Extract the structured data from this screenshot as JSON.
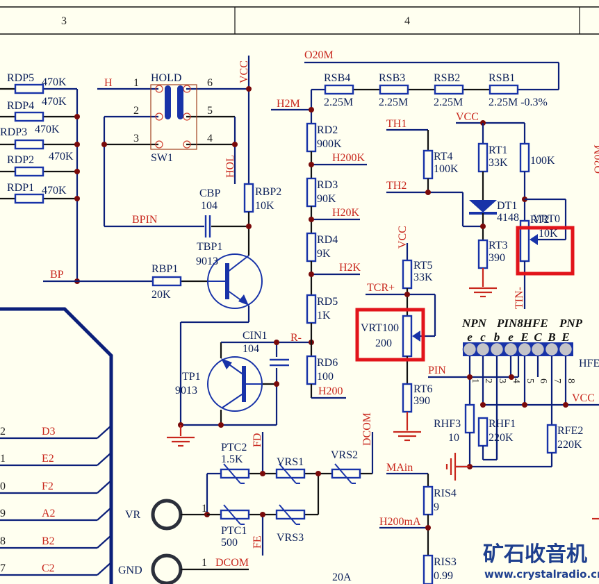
{
  "frame": {
    "zones": [
      "3",
      "4"
    ]
  },
  "nets": {
    "H": "H",
    "VCC": "VCC",
    "HOL": "HOL",
    "BPIN": "BPIN",
    "BP": "BP",
    "H2M": "H2M",
    "O20M": "O20M",
    "H200K": "H200K",
    "H20K": "H20K",
    "H2K": "H2K",
    "R_minus": "R-",
    "H200": "H200",
    "TH1": "TH1",
    "TH2": "TH2",
    "TCR_plus": "TCR+",
    "TIN_minus": "TIN-",
    "PIN": "PIN",
    "FD": "FD",
    "FE": "FE",
    "DCOM": "DCOM",
    "MAin": "MAin",
    "H200mA": "H200mA",
    "O20M_right": "O20M",
    "D3": "D3",
    "E2": "E2",
    "F2": "F2",
    "A2": "A2",
    "B2": "B2",
    "C2": "C2"
  },
  "connector_pins": [
    "2",
    "1",
    "0",
    "9",
    "8",
    "7"
  ],
  "components": {
    "RDP5": {
      "ref": "RDP5",
      "value": "470K"
    },
    "RDP4": {
      "ref": "RDP4",
      "value": "470K"
    },
    "RDP3": {
      "ref": "RDP3",
      "value": "470K"
    },
    "RDP2": {
      "ref": "RDP2",
      "value": "470K"
    },
    "RDP1": {
      "ref": "RDP1",
      "value": "470K"
    },
    "SW1": {
      "ref": "SW1",
      "label": "HOLD",
      "pins": [
        "1",
        "2",
        "3",
        "6",
        "5",
        "4"
      ]
    },
    "RBP2": {
      "ref": "RBP2",
      "value": "10K"
    },
    "CBP": {
      "ref": "CBP",
      "value": "104"
    },
    "TBP1": {
      "ref": "TBP1",
      "value": "9013"
    },
    "RBP1": {
      "ref": "RBP1",
      "value": "20K"
    },
    "TP1": {
      "ref": "TP1",
      "value": "9013"
    },
    "CIN1": {
      "ref": "CIN1",
      "value": "104"
    },
    "RSB4": {
      "ref": "RSB4",
      "value": "2.25M"
    },
    "RSB3": {
      "ref": "RSB3",
      "value": "2.25M"
    },
    "RSB2": {
      "ref": "RSB2",
      "value": "2.25M"
    },
    "RSB1": {
      "ref": "RSB1",
      "value": "2.25M -0.3%"
    },
    "RD2": {
      "ref": "RD2",
      "value": "900K"
    },
    "RD3": {
      "ref": "RD3",
      "value": "90K"
    },
    "RD4": {
      "ref": "RD4",
      "value": "9K"
    },
    "RD5": {
      "ref": "RD5",
      "value": "1K"
    },
    "RD6": {
      "ref": "RD6",
      "value": "100"
    },
    "RT4": {
      "ref": "RT4",
      "value": "100K"
    },
    "RT1": {
      "ref": "RT1",
      "value": "33K"
    },
    "RT2": {
      "ref": "RT2",
      "value": "100K"
    },
    "DT1": {
      "ref": "DT1",
      "value": "4148"
    },
    "VRT0": {
      "ref": "VRT0",
      "value": "10K"
    },
    "RT3": {
      "ref": "RT3",
      "value": "390"
    },
    "RT5": {
      "ref": "RT5",
      "value": "33K"
    },
    "VRT100": {
      "ref": "VRT100",
      "value": "200"
    },
    "RT6": {
      "ref": "RT6",
      "value": "390"
    },
    "RHF3": {
      "ref": "RHF3",
      "value": "10"
    },
    "RHF1": {
      "ref": "RHF1",
      "value": "220K"
    },
    "RFE2": {
      "ref": "RFE2",
      "value": "220K"
    },
    "RIS4": {
      "ref": "RIS4",
      "value": "9"
    },
    "RIS3": {
      "ref": "RIS3",
      "value": "0.99"
    },
    "PTC2": {
      "ref": "PTC2",
      "value": "1.5K"
    },
    "PTC1": {
      "ref": "PTC1",
      "value": "500"
    },
    "VRS1": {
      "ref": "VRS1"
    },
    "VRS2": {
      "ref": "VRS2"
    },
    "VRS3": {
      "ref": "VRS3"
    },
    "VR": {
      "ref": "VR",
      "pin": "1"
    },
    "GND": {
      "ref": "GND",
      "pin": "1"
    },
    "A20": {
      "ref": "20A"
    }
  },
  "hfe_socket": {
    "group_labels": [
      "NPN",
      "PIN8HFE",
      "PNP"
    ],
    "pin_letters": [
      "e",
      "c",
      "b",
      "e",
      "E",
      "C",
      "B",
      "E"
    ],
    "pin_numbers": [
      "1",
      "2",
      "3",
      "4",
      "5",
      "6",
      "7",
      "8"
    ],
    "name": "HFE"
  },
  "watermark": {
    "title": "矿石收音机",
    "url": "www.crystalradio.cn"
  },
  "colors": {
    "background": "#fffff0",
    "wire": "#0b1f7a",
    "net_label": "#c8261c",
    "highlight": "#e2141a",
    "junction": "#7a0a0a"
  }
}
